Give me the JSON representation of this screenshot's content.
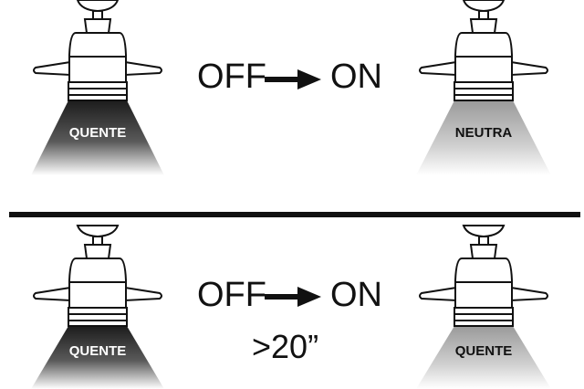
{
  "colors": {
    "ink": "#111111",
    "warm_light_top": "#1c1c1c",
    "warm_light_bottom": "#ffffff",
    "neutral_light_top": "#9a9a9a",
    "neutral_light_bottom": "#ffffff",
    "label_on_dark": "#ffffff",
    "label_on_light": "#111111"
  },
  "rows": [
    {
      "from_state": "OFF",
      "to_state": "ON",
      "note": "",
      "left_fan": {
        "light_label": "QUENTE",
        "light_type": "warm"
      },
      "right_fan": {
        "light_label": "NEUTRA",
        "light_type": "neutral"
      }
    },
    {
      "from_state": "OFF",
      "to_state": "ON",
      "note": ">20”",
      "left_fan": {
        "light_label": "QUENTE",
        "light_type": "warm"
      },
      "right_fan": {
        "light_label": "QUENTE",
        "light_type": "neutral"
      }
    }
  ]
}
